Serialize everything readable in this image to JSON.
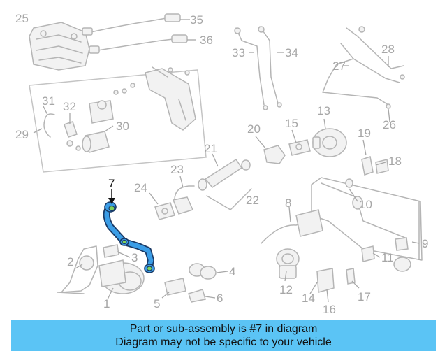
{
  "highlighted_part": "7",
  "callouts": [
    "1",
    "2",
    "3",
    "4",
    "5",
    "6",
    "7",
    "8",
    "9",
    "10",
    "11",
    "12",
    "13",
    "14",
    "15",
    "16",
    "17",
    "18",
    "19",
    "20",
    "21",
    "22",
    "23",
    "24",
    "25",
    "26",
    "27",
    "28",
    "29",
    "30",
    "31",
    "32",
    "33",
    "34",
    "35",
    "36"
  ],
  "colors": {
    "highlight": "#3b9de6",
    "banner": "#5bc4f5",
    "callout_text": "#a6a6a6",
    "part_stroke": "#b5b5b5"
  },
  "banner": {
    "line1": "Part or sub-assembly is #7 in diagram",
    "line2": "Diagram may not be specific to your vehicle"
  }
}
